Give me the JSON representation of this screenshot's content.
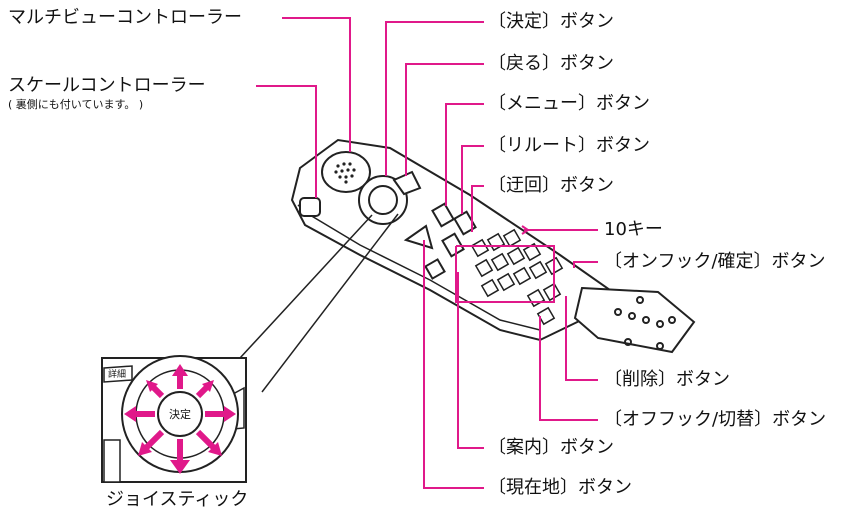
{
  "labels": {
    "multi_view": "マルチビューコントローラー",
    "scale": "スケールコントローラー",
    "scale_note": "( 裏側にも付いています。 )",
    "joystick": "ジョイスティック",
    "kettei": "〔決定〕ボタン",
    "modoru": "〔戻る〕ボタン",
    "menu": "〔メニュー〕ボタン",
    "reroute": "〔リルート〕ボタン",
    "ukai": "〔迂回〕ボタン",
    "tenkey": "10キー",
    "onhook": "〔オンフック/確定〕ボタン",
    "sakujo": "〔削除〕ボタン",
    "offhook": "〔オフフック/切替〕ボタン",
    "annai": "〔案内〕ボタン",
    "genzaichi": "〔現在地〕ボタン"
  },
  "device_text": {
    "center_button": "決定",
    "detail_key": "詳細"
  },
  "colors": {
    "leader": "#e0198a",
    "device_outline": "#222222",
    "text": "#111111"
  }
}
